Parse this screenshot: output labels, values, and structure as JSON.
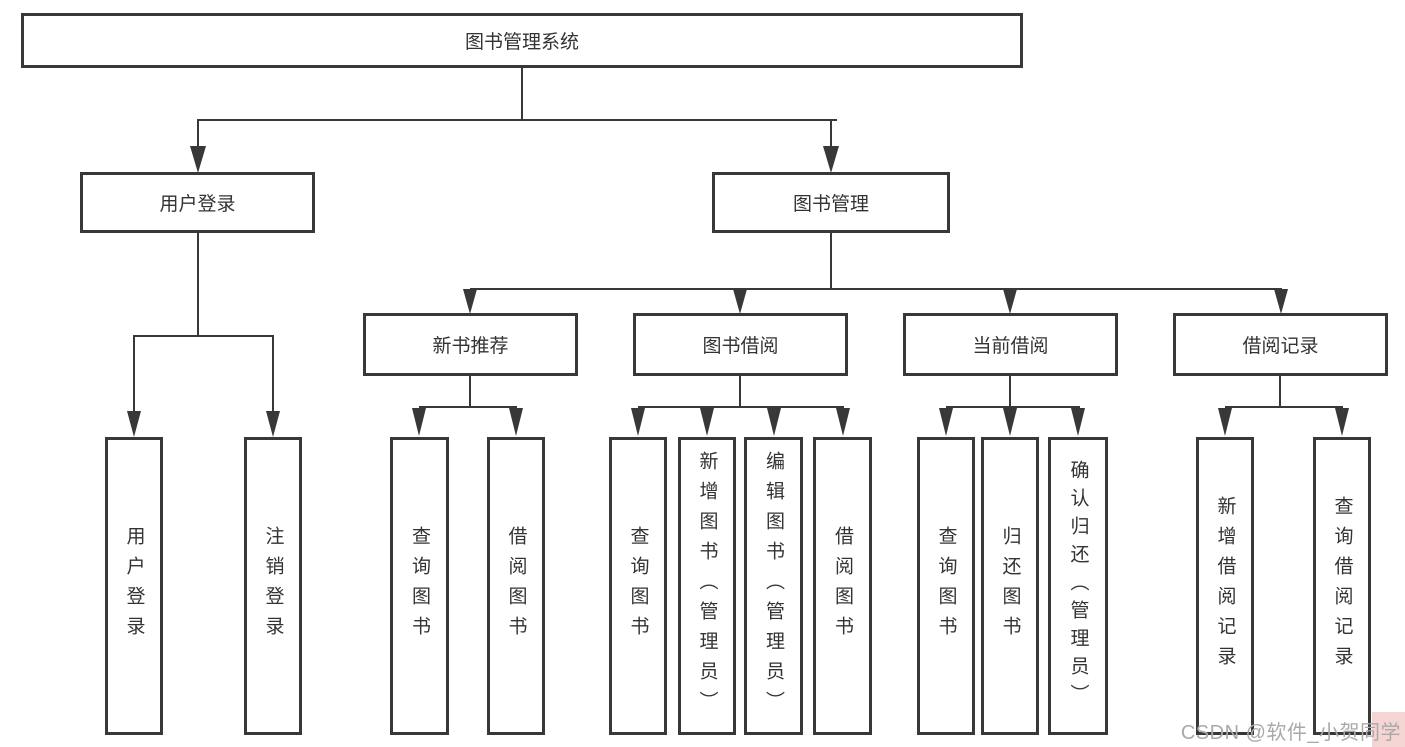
{
  "tree": {
    "root": {
      "label": "图书管理系统"
    },
    "branches": [
      {
        "label": "用户登录",
        "children": [
          {
            "label": "用户登录"
          },
          {
            "label": "注销登录"
          }
        ]
      },
      {
        "label": "图书管理",
        "children": [
          {
            "label": "新书推荐",
            "children": [
              {
                "label": "查询图书"
              },
              {
                "label": "借阅图书"
              }
            ]
          },
          {
            "label": "图书借阅",
            "children": [
              {
                "label": "查询图书"
              },
              {
                "label": "新增图书（管理员）"
              },
              {
                "label": "编辑图书（管理员）"
              },
              {
                "label": "借阅图书"
              }
            ]
          },
          {
            "label": "当前借阅",
            "children": [
              {
                "label": "查询图书"
              },
              {
                "label": "归还图书"
              },
              {
                "label": "确认归还（管理员）"
              }
            ]
          },
          {
            "label": "借阅记录",
            "children": [
              {
                "label": "新增借阅记录"
              },
              {
                "label": "查询借阅记录"
              }
            ]
          }
        ]
      }
    ]
  },
  "watermark": {
    "text": "CSDN @软件_小贺同学"
  },
  "colors": {
    "line": "#383838",
    "text": "#333333",
    "background": "#ffffff",
    "watermark_text": "#a9a9a9",
    "watermark_highlight": "#f2c6c6"
  }
}
